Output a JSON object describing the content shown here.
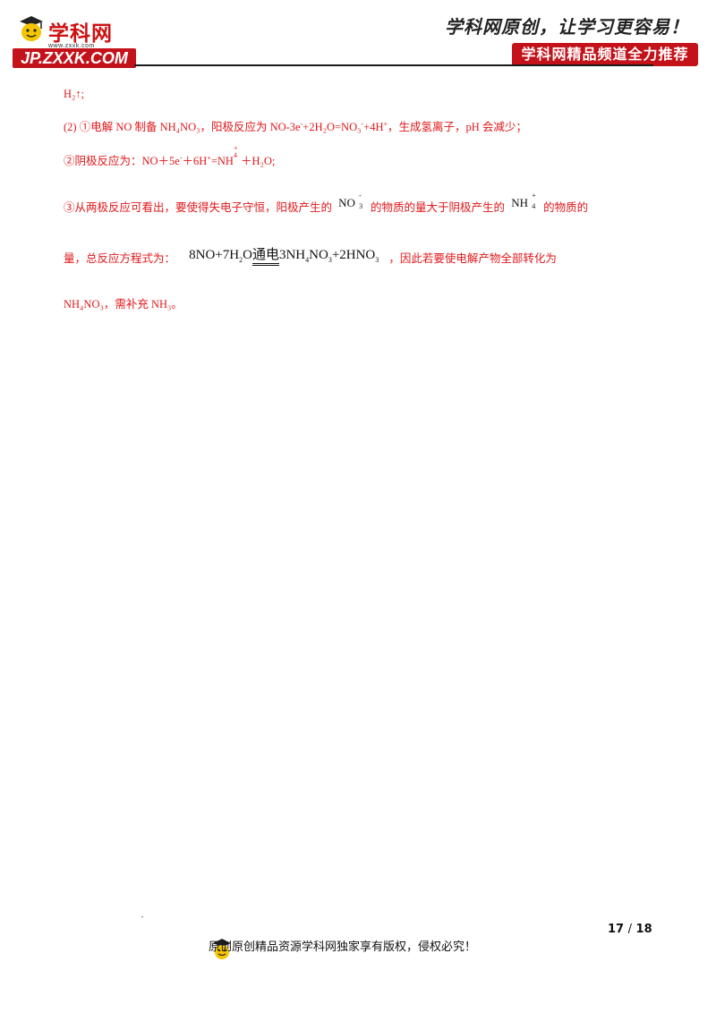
{
  "header": {
    "logo_cn": "学科网",
    "logo_url": "www.zxxk.com",
    "logo_bar": "JP.ZXXK.COM",
    "slogan": "学科网原创，让学习更容易！",
    "promo": "学科网精品频道全力推荐"
  },
  "content": {
    "line0": "H₂↑;",
    "line1_prefix": "(2) ①电解 NO 制备 NH₄NO₃，阳极反应为 NO-3e",
    "line1_sup1": "-",
    "line1_mid": "+2H₂O=NO₃",
    "line1_sup2": "-",
    "line1_mid2": "+4H",
    "line1_sup3": "+",
    "line1_suffix": "，生成氢离子，pH 会减少；",
    "line2_prefix": "②阴极反应为：NO＋5e",
    "line2_sup1": "-",
    "line2_mid": "＋6H",
    "line2_sup2": "+",
    "line2_mid2": "=NH",
    "line2_sup3": "+",
    "line2_sub3": "4",
    "line2_suffix": "＋H₂O;",
    "line3_prefix": "③从两极反应可看出，要使得失电子守恒，阳极产生的",
    "line3_ion1": "NO",
    "line3_ion1_sup": "-",
    "line3_ion1_sub": "3",
    "line3_mid": "的物质的量大于阴极产生的",
    "line3_ion2": "NH",
    "line3_ion2_sup": "+",
    "line3_ion2_sub": "4",
    "line3_suffix": "的物质的",
    "line4_prefix": "量，总反应方程式为：",
    "equation_left": "8NO+7H",
    "equation_h2o_sub": "2",
    "equation_o": "O",
    "equation_condition": "通电",
    "equation_right1": "3NH",
    "equation_r_sub1": "4",
    "equation_right2": "NO",
    "equation_r_sub2": "3",
    "equation_right3": "+2HNO",
    "equation_r_sub3": "3",
    "line4_suffix": "，因此若要使电解产物全部转化为",
    "line5": "NH₄NO₃，需补充 NH₃。"
  },
  "footer": {
    "page_current": "17",
    "page_sep": "/",
    "page_total": "18",
    "note": "原创原创精品资源学科网独家享有版权，侵权必究！"
  }
}
